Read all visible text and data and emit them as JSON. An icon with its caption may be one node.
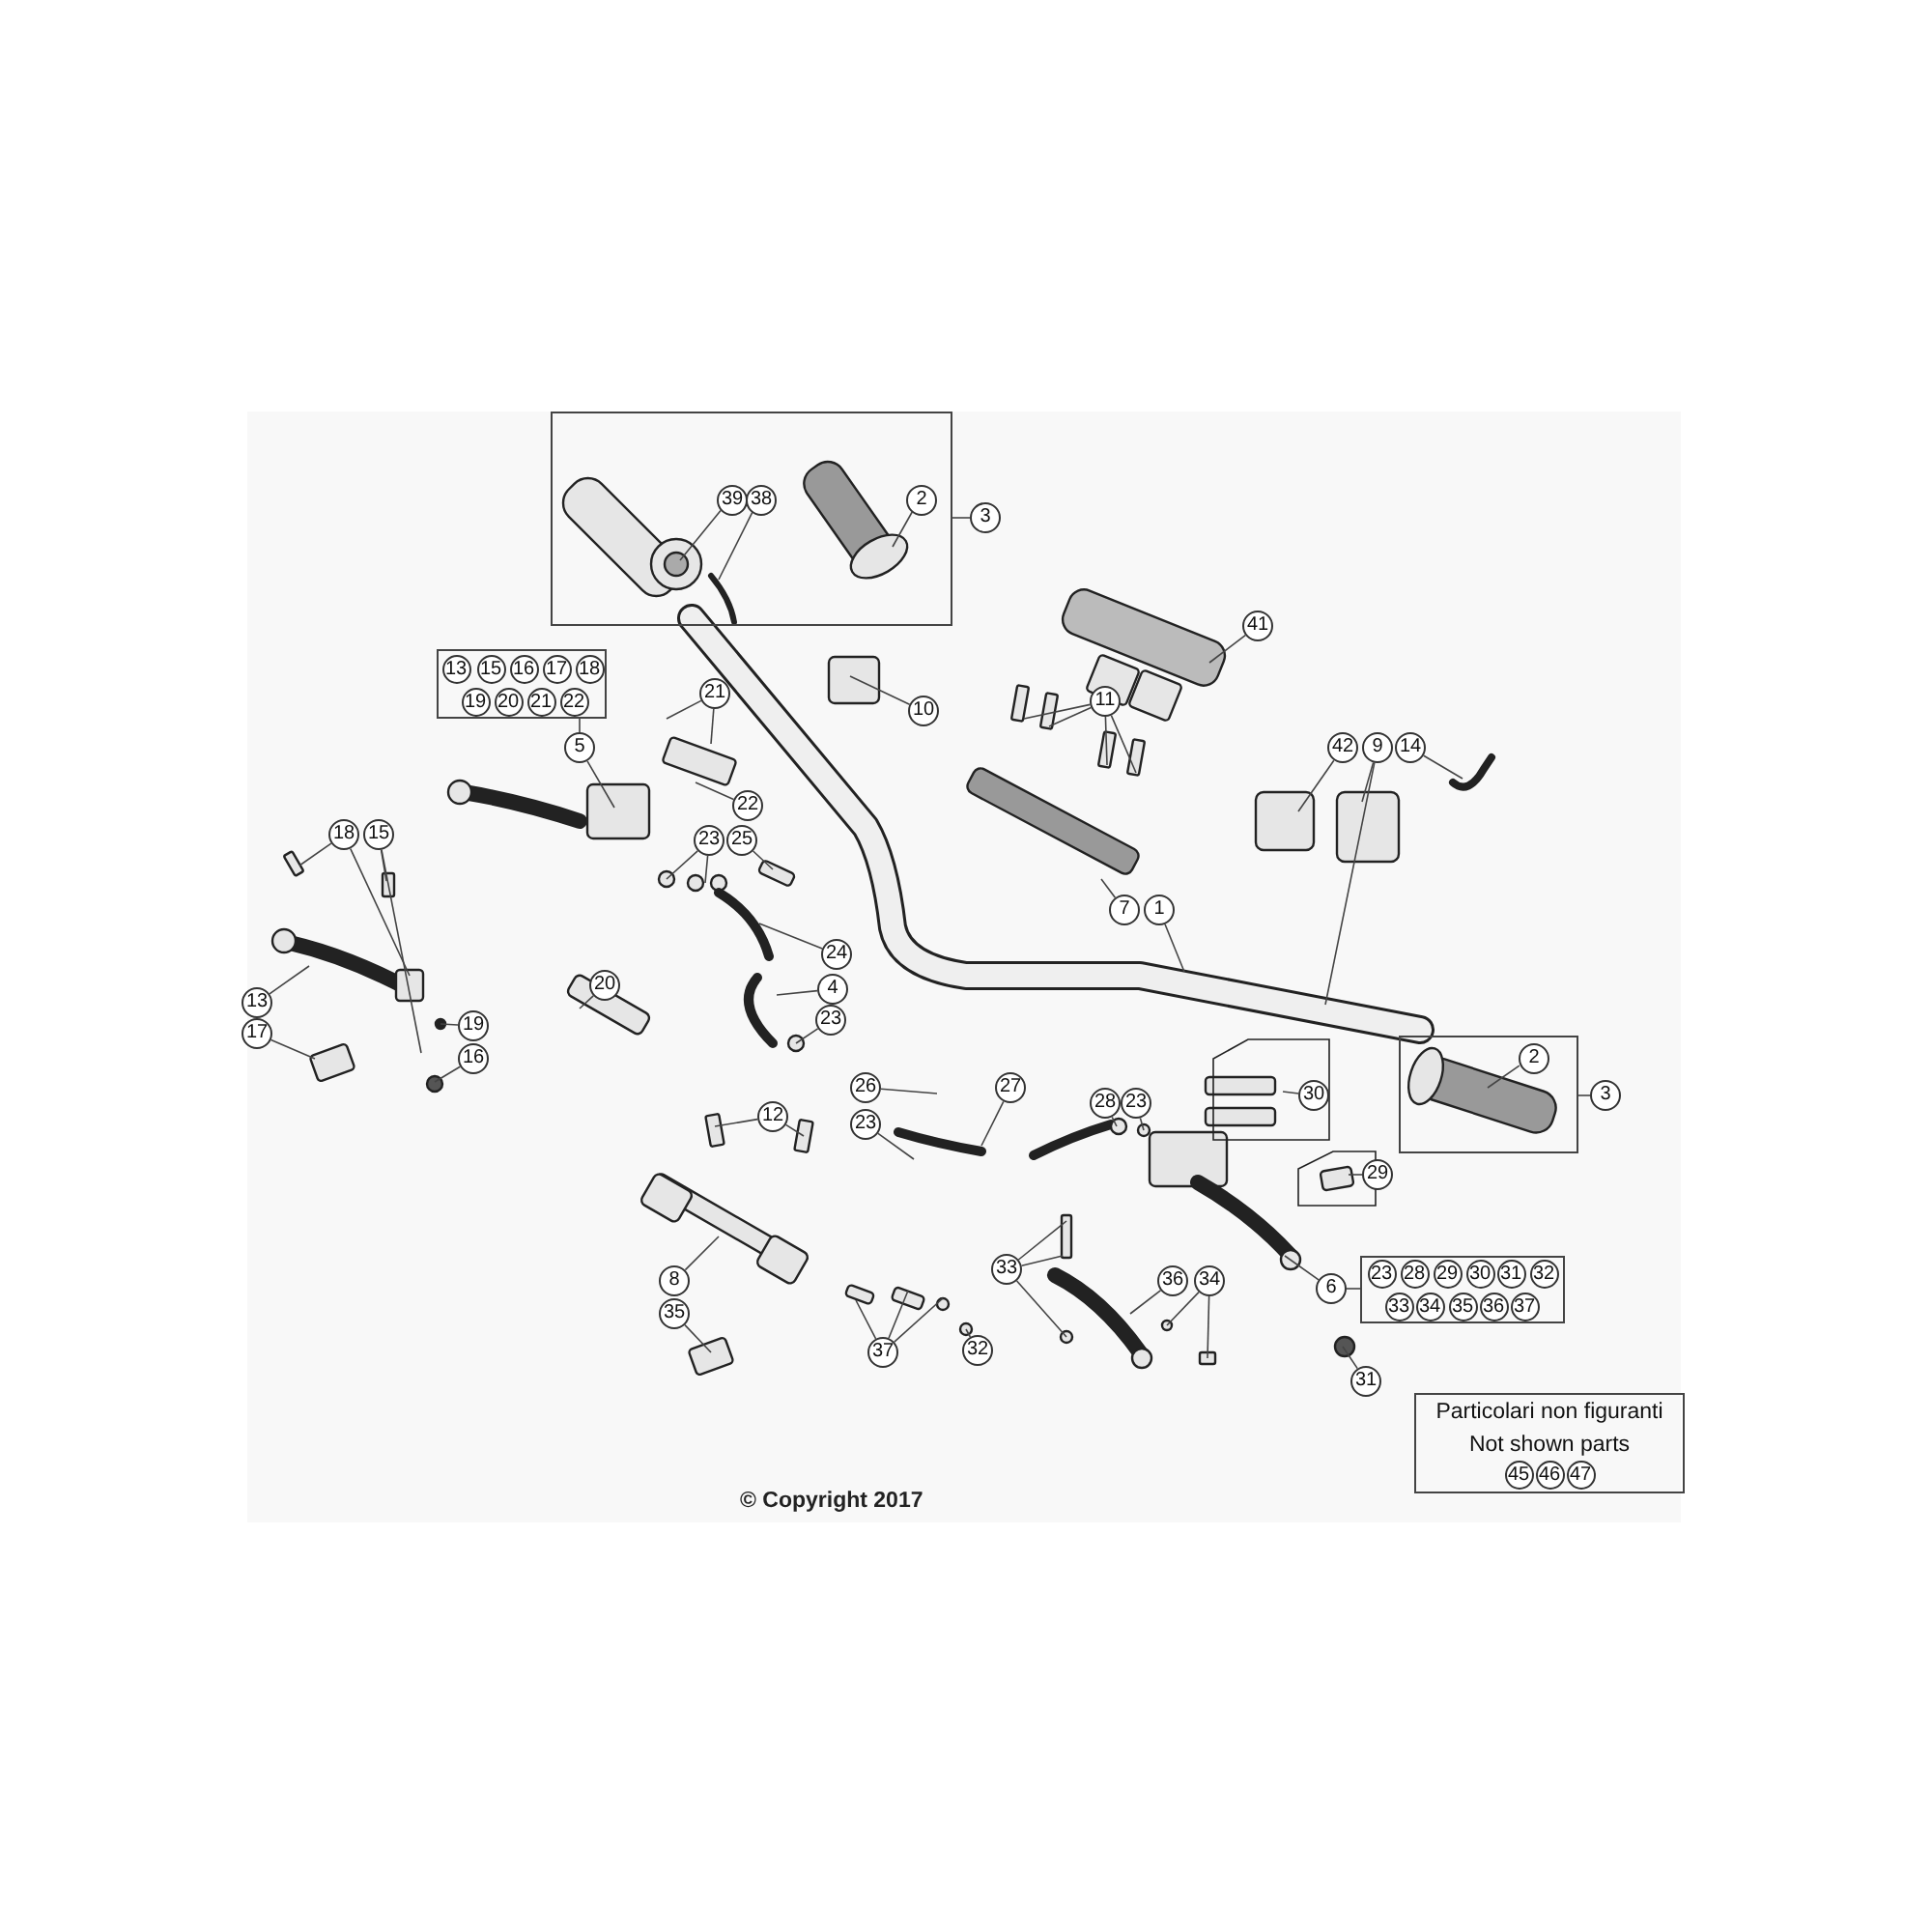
{
  "diagram": {
    "nodes": [
      {
        "text": [],
        "shape": "box"
      },
      {
        "text": [
          "39"
        ],
        "in": 0
      },
      {
        "text": [
          "38"
        ],
        "in": 0
      },
      {
        "text": [
          "2"
        ],
        "in": 0
      },
      {
        "text": [
          "3"
        ]
      },
      {
        "text": [
          "41"
        ]
      },
      {
        "text": [],
        "shape": "box"
      },
      {
        "text": [
          "13"
        ],
        "in": 6
      },
      {
        "text": [
          "15"
        ],
        "in": 6
      },
      {
        "text": [
          "16"
        ],
        "in": 6
      },
      {
        "text": [
          "17"
        ],
        "in": 6
      },
      {
        "text": [
          "18"
        ],
        "in": 6
      },
      {
        "text": [
          "19"
        ],
        "in": 6
      },
      {
        "text": [
          "20"
        ],
        "in": 6
      },
      {
        "text": [
          "21"
        ],
        "in": 6
      },
      {
        "text": [
          "22"
        ],
        "in": 6
      },
      {
        "text": [
          "10"
        ]
      },
      {
        "text": [
          "11"
        ]
      },
      {
        "text": [
          "21"
        ]
      },
      {
        "text": [
          "5"
        ]
      },
      {
        "text": [
          "42"
        ]
      },
      {
        "text": [
          "9"
        ]
      },
      {
        "text": [
          "14"
        ]
      },
      {
        "text": [
          "22"
        ]
      },
      {
        "text": [
          "23"
        ]
      },
      {
        "text": [
          "25"
        ]
      },
      {
        "text": [
          "18"
        ]
      },
      {
        "text": [
          "15"
        ]
      },
      {
        "text": [
          "7"
        ]
      },
      {
        "text": [
          "1"
        ]
      },
      {
        "text": [
          "24"
        ]
      },
      {
        "text": [
          "4"
        ]
      },
      {
        "text": [
          "20"
        ]
      },
      {
        "text": [
          "13"
        ]
      },
      {
        "text": [
          "23"
        ]
      },
      {
        "text": [
          "19"
        ]
      },
      {
        "text": [
          "17"
        ]
      },
      {
        "text": [
          "16"
        ]
      },
      {
        "text": [],
        "shape": "box"
      },
      {
        "text": [
          "2"
        ],
        "in": 38
      },
      {
        "text": [
          "3"
        ]
      },
      {
        "text": [
          "26"
        ]
      },
      {
        "text": [
          "27"
        ]
      },
      {
        "text": [
          "28"
        ]
      },
      {
        "text": [
          "23"
        ]
      },
      {
        "text": [
          "30"
        ]
      },
      {
        "text": [
          "12"
        ]
      },
      {
        "text": [
          "23"
        ]
      },
      {
        "text": [
          "29"
        ]
      },
      {
        "text": [
          "33"
        ]
      },
      {
        "text": [
          "36"
        ]
      },
      {
        "text": [
          "34"
        ]
      },
      {
        "text": [
          "6"
        ]
      },
      {
        "text": [],
        "shape": "box"
      },
      {
        "text": [
          "23"
        ],
        "in": 53
      },
      {
        "text": [
          "28"
        ],
        "in": 53
      },
      {
        "text": [
          "29"
        ],
        "in": 53
      },
      {
        "text": [
          "30"
        ],
        "in": 53
      },
      {
        "text": [
          "31"
        ],
        "in": 53
      },
      {
        "text": [
          "32"
        ],
        "in": 53
      },
      {
        "text": [
          "33"
        ],
        "in": 53
      },
      {
        "text": [
          "34"
        ],
        "in": 53
      },
      {
        "text": [
          "35"
        ],
        "in": 53
      },
      {
        "text": [
          "36"
        ],
        "in": 53
      },
      {
        "text": [
          "37"
        ],
        "in": 53
      },
      {
        "text": [
          "8"
        ]
      },
      {
        "text": [
          "35"
        ]
      },
      {
        "text": [
          "37"
        ]
      },
      {
        "text": [
          "32"
        ]
      },
      {
        "text": [
          "31"
        ]
      },
      {
        "text": [
          "Particolari non figuranti",
          "Not shown parts"
        ]
      },
      {
        "text": [
          "45"
        ],
        "in": 70
      },
      {
        "text": [
          "46"
        ],
        "in": 70
      },
      {
        "text": [
          "47"
        ],
        "in": 70
      }
    ],
    "edges": [
      {
        "from": 1,
        "to": null,
        "arrow": "none"
      },
      {
        "from": 2,
        "to": null,
        "arrow": "none"
      },
      {
        "from": 3,
        "to": null,
        "arrow": "none"
      },
      {
        "from": 4,
        "to": 0,
        "arrow": "none"
      },
      {
        "from": 5,
        "to": null,
        "arrow": "none"
      },
      {
        "from": 16,
        "to": null,
        "arrow": "none"
      },
      {
        "from": 17,
        "to": null,
        "arrow": "none"
      },
      {
        "from": 17,
        "to": null,
        "arrow": "none"
      },
      {
        "from": 17,
        "to": null,
        "arrow": "none"
      },
      {
        "from": 17,
        "to": null,
        "arrow": "none"
      },
      {
        "from": 18,
        "to": null,
        "arrow": "none"
      },
      {
        "from": 18,
        "to": null,
        "arrow": "none"
      },
      {
        "from": 19,
        "to": 6,
        "arrow": "none"
      },
      {
        "from": 19,
        "to": null,
        "arrow": "none"
      },
      {
        "from": 20,
        "to": null,
        "arrow": "none"
      },
      {
        "from": 21,
        "to": null,
        "arrow": "none"
      },
      {
        "from": 21,
        "to": null,
        "arrow": "none"
      },
      {
        "from": 22,
        "to": null,
        "arrow": "none"
      },
      {
        "from": 23,
        "to": null,
        "arrow": "none"
      },
      {
        "from": 24,
        "to": null,
        "arrow": "none"
      },
      {
        "from": 24,
        "to": null,
        "arrow": "none"
      },
      {
        "from": 25,
        "to": null,
        "arrow": "none"
      },
      {
        "from": 26,
        "to": null,
        "arrow": "none"
      },
      {
        "from": 26,
        "to": null,
        "arrow": "none"
      },
      {
        "from": 27,
        "to": null,
        "arrow": "none"
      },
      {
        "from": 27,
        "to": null,
        "arrow": "none"
      },
      {
        "from": 28,
        "to": null,
        "arrow": "none"
      },
      {
        "from": 29,
        "to": null,
        "arrow": "none"
      },
      {
        "from": 30,
        "to": null,
        "arrow": "none"
      },
      {
        "from": 31,
        "to": null,
        "arrow": "none"
      },
      {
        "from": 32,
        "to": null,
        "arrow": "none"
      },
      {
        "from": 33,
        "to": null,
        "arrow": "none"
      },
      {
        "from": 34,
        "to": null,
        "arrow": "none"
      },
      {
        "from": 35,
        "to": null,
        "arrow": "none"
      },
      {
        "from": 36,
        "to": null,
        "arrow": "none"
      },
      {
        "from": 37,
        "to": null,
        "arrow": "none"
      },
      {
        "from": 39,
        "to": null,
        "arrow": "none"
      },
      {
        "from": 40,
        "to": 38,
        "arrow": "none"
      },
      {
        "from": 41,
        "to": null,
        "arrow": "none"
      },
      {
        "from": 42,
        "to": null,
        "arrow": "none"
      },
      {
        "from": 43,
        "to": null,
        "arrow": "none"
      },
      {
        "from": 44,
        "to": null,
        "arrow": "none"
      },
      {
        "from": 45,
        "to": null,
        "arrow": "none"
      },
      {
        "from": 46,
        "to": null,
        "arrow": "none"
      },
      {
        "from": 46,
        "to": null,
        "arrow": "none"
      },
      {
        "from": 47,
        "to": null,
        "arrow": "none"
      },
      {
        "from": 48,
        "to": null,
        "arrow": "none"
      },
      {
        "from": 49,
        "to": null,
        "arrow": "none"
      },
      {
        "from": 49,
        "to": null,
        "arrow": "none"
      },
      {
        "from": 49,
        "to": null,
        "arrow": "none"
      },
      {
        "from": 50,
        "to": null,
        "arrow": "none"
      },
      {
        "from": 51,
        "to": null,
        "arrow": "none"
      },
      {
        "from": 51,
        "to": null,
        "arrow": "none"
      },
      {
        "from": 52,
        "to": null,
        "arrow": "none"
      },
      {
        "from": 52,
        "to": 53,
        "arrow": "none"
      },
      {
        "from": 65,
        "to": null,
        "arrow": "none"
      },
      {
        "from": 66,
        "to": null,
        "arrow": "none"
      },
      {
        "from": 67,
        "to": null,
        "arrow": "none"
      },
      {
        "from": 67,
        "to": null,
        "arrow": "none"
      },
      {
        "from": 67,
        "to": null,
        "arrow": "none"
      },
      {
        "from": 68,
        "to": null,
        "arrow": "none"
      },
      {
        "from": 69,
        "to": null,
        "arrow": "none"
      }
    ],
    "labels": [
      "© Copyright 2017"
    ]
  }
}
